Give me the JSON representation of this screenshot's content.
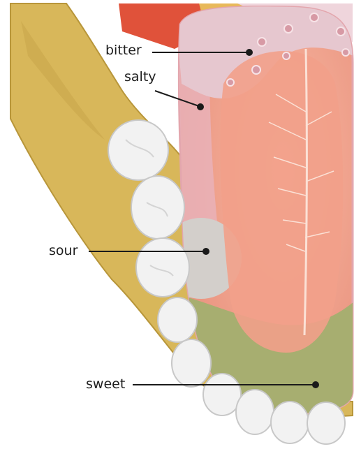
{
  "labels": {
    "bitter": "bitter",
    "salty": "salty",
    "sour": "sour",
    "sweet": "sweet"
  },
  "colors": {
    "jaw": "#d8b75a",
    "jaw_shadow": "#b8963a",
    "tongue": "#ef9f8a",
    "tongue_edge": "#e9b2b8",
    "bitter_zone": "#e6c7cf",
    "sour_zone": "#d3cfcb",
    "sweet_zone": "#a7ae70",
    "tooth": "#f2f2f2",
    "line": "#1a1a1a"
  }
}
